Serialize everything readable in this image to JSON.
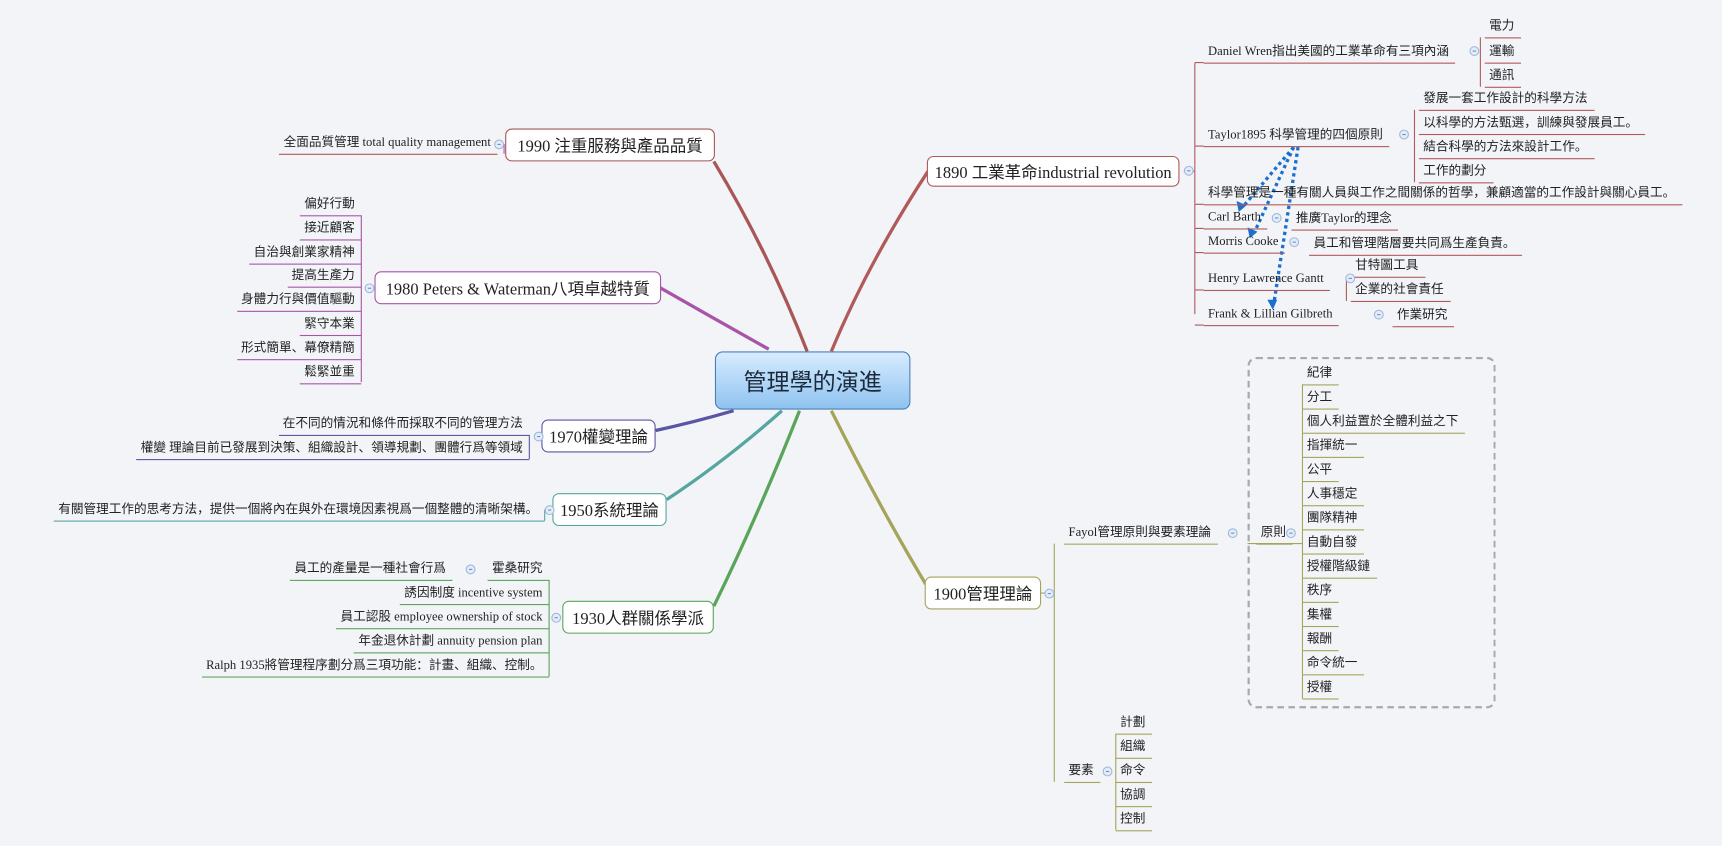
{
  "root": "管理學的演進",
  "b1890": {
    "label": "1890 工業革命industrial revolution",
    "wren": "Daniel Wren指出美國的工業革命有三項內涵",
    "wren_items": [
      "電力",
      "運輸",
      "通訊"
    ],
    "taylor": "Taylor1895 科學管理的四個原則",
    "taylor_items": [
      "發展一套工作設計的科學方法",
      "以科學的方法甄選，訓練與發展員工。",
      "結合科學的方法來設計工作。",
      "工作的劃分"
    ],
    "philosophy": "科學管理是一種有關人員與工作之間關係的哲學，兼顧適當的工作設計與關心員工。",
    "barth": "Carl Barth",
    "barth_item": "推廣Taylor的理念",
    "cooke": "Morris Cooke",
    "cooke_item": "員工和管理階層要共同爲生產負責。",
    "gantt": "Henry Lawrence Gantt",
    "gantt_items": [
      "甘特圖工具",
      "企業的社會責任"
    ],
    "gilbreth": "Frank & Lillian Gilbreth",
    "gilbreth_item": "作業研究"
  },
  "b1990": {
    "label": "1990 注重服務與產品品質",
    "items": [
      "全面品質管理 total quality management"
    ]
  },
  "b1980": {
    "label": "1980 Peters & Waterman八項卓越特質",
    "items": [
      "偏好行動",
      "接近顧客",
      "自治與創業家精神",
      "提高生產力",
      "身體力行與價值驅動",
      "緊守本業",
      "形式簡單、幕僚精簡",
      "鬆緊並重"
    ]
  },
  "b1970": {
    "label": "1970權變理論",
    "items": [
      "在不同的情況和條件而採取不同的管理方法",
      "權變 理論目前已發展到決策、組織設計、領導規劃、團體行爲等領域"
    ]
  },
  "b1950": {
    "label": "1950系統理論",
    "items": [
      "有關管理工作的思考方法，提供一個將內在與外在環境因素視爲一個整體的清晰架構。"
    ]
  },
  "b1930": {
    "label": "1930人群關係學派",
    "items": [
      "員工的產量是一種社會行爲",
      "誘因制度 incentive system",
      "員工認股 employee ownership of stock",
      "年金退休計劃 annuity pension plan",
      "Ralph 1935將管理程序劃分爲三項功能：計畫、組織、控制。"
    ],
    "hawthorne": "霍桑研究"
  },
  "b1900": {
    "label": "1900管理理論",
    "fayol": "Fayol管理原則與要素理論",
    "principles": "原則",
    "principle_items": [
      "紀律",
      "分工",
      "個人利益置於全體利益之下",
      "指揮統一",
      "公平",
      "人事穩定",
      "團隊精神",
      "自動自發",
      "授權階級鏈",
      "秩序",
      "集權",
      "報酬",
      "命令統一",
      "授權"
    ],
    "elements": "要素",
    "element_items": [
      "計劃",
      "組織",
      "命令",
      "協調",
      "控制"
    ]
  },
  "colors": {
    "c1890": "#b05a5a",
    "c1990": "#a85656",
    "c1980": "#a855a8",
    "c1970": "#5a55a5",
    "c1950": "#55a5a0",
    "c1930": "#5aa55a",
    "c1900": "#a5a55a",
    "arrow": "#1a6fd0"
  }
}
